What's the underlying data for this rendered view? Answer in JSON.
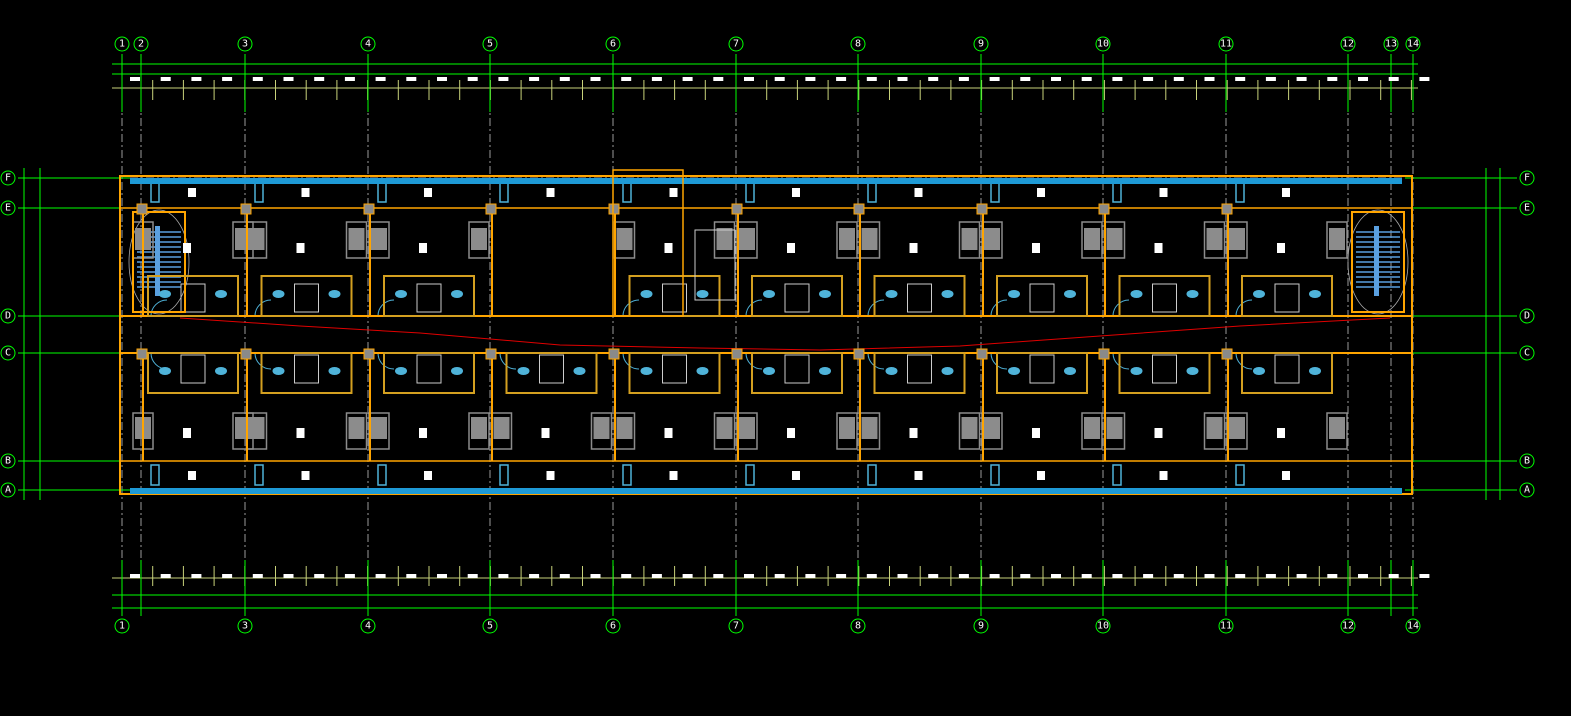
{
  "drawing": {
    "type": "architectural-floor-plan",
    "columns_top": [
      "1",
      "2",
      "3",
      "4",
      "5",
      "6",
      "7",
      "8",
      "9",
      "10",
      "11",
      "12",
      "13",
      "14"
    ],
    "columns_bottom": [
      "1",
      "3",
      "4",
      "5",
      "6",
      "7",
      "8",
      "9",
      "10",
      "11",
      "12",
      "14"
    ],
    "rows": [
      "F",
      "E",
      "D",
      "C",
      "B",
      "A"
    ],
    "bays_per_side": 10,
    "colors": {
      "background": "#000000",
      "axis": "#00ff00",
      "centerline": "#9a9a9a",
      "wall": "#ffa500",
      "window": "#1e9ad6",
      "dimension": "#c8d27a",
      "furniture": "#8c8c8c",
      "fixture": "#4fb3d9",
      "text": "#ffffff",
      "corridor_line": "#e00000",
      "column": "#8a8a8a"
    }
  }
}
